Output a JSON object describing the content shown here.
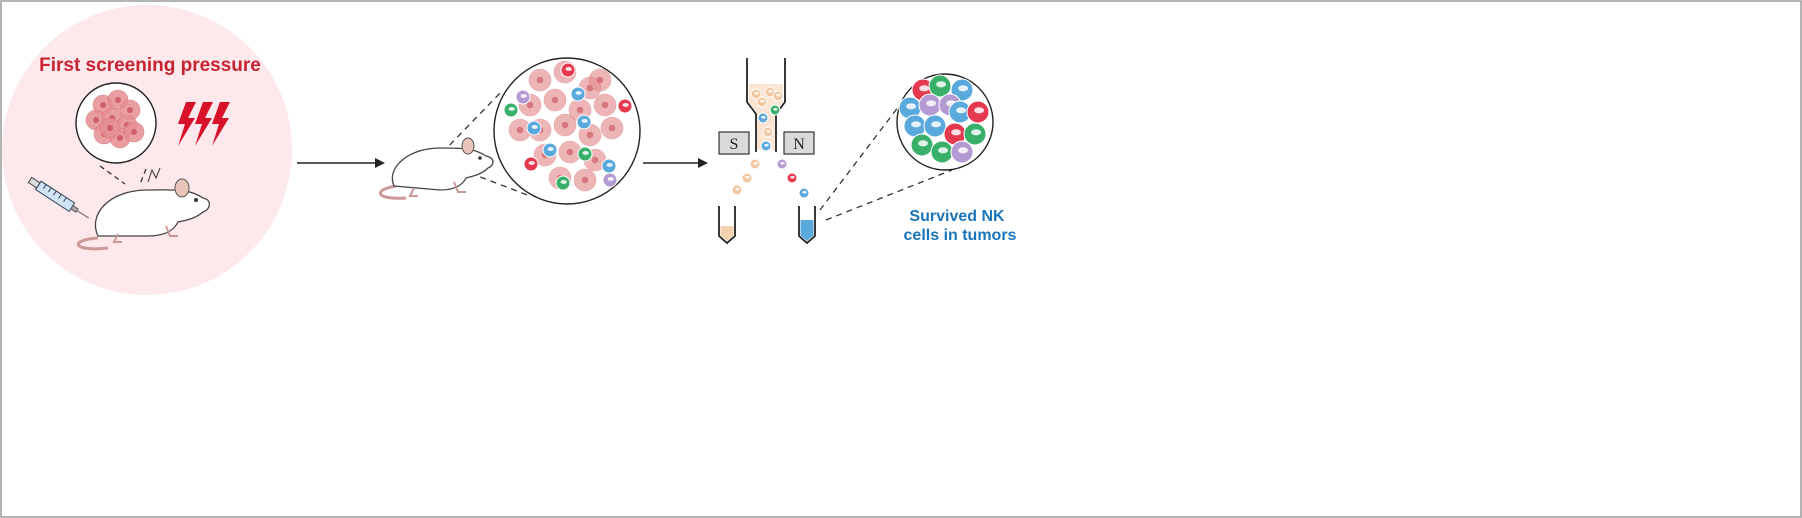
{
  "diagram": {
    "labels": {
      "first_pressure": "First screening pressure",
      "survived_line1": "Survived NK",
      "survived_line2": "cells in tumors"
    },
    "magnet": {
      "south": "S",
      "north": "N"
    },
    "colors": {
      "pink_bg": "#fde8ec",
      "tumor": "#e68f92",
      "lightning": "#d8112a",
      "cell_red": "#e53950",
      "cell_green": "#39b06a",
      "cell_blue": "#5aa9dd",
      "cell_purple": "#b49ad2",
      "cell_peach": "#f2c7a1",
      "tube_peach": "#f5d3b0",
      "tube_blue": "#5aa9dd",
      "label_red": "#c82333",
      "label_blue": "#1a75bb"
    },
    "icons": [
      "syringe-icon",
      "mouse-icon",
      "lightning-icon",
      "magnet-icon",
      "tube-icon",
      "arrow-icon"
    ]
  }
}
